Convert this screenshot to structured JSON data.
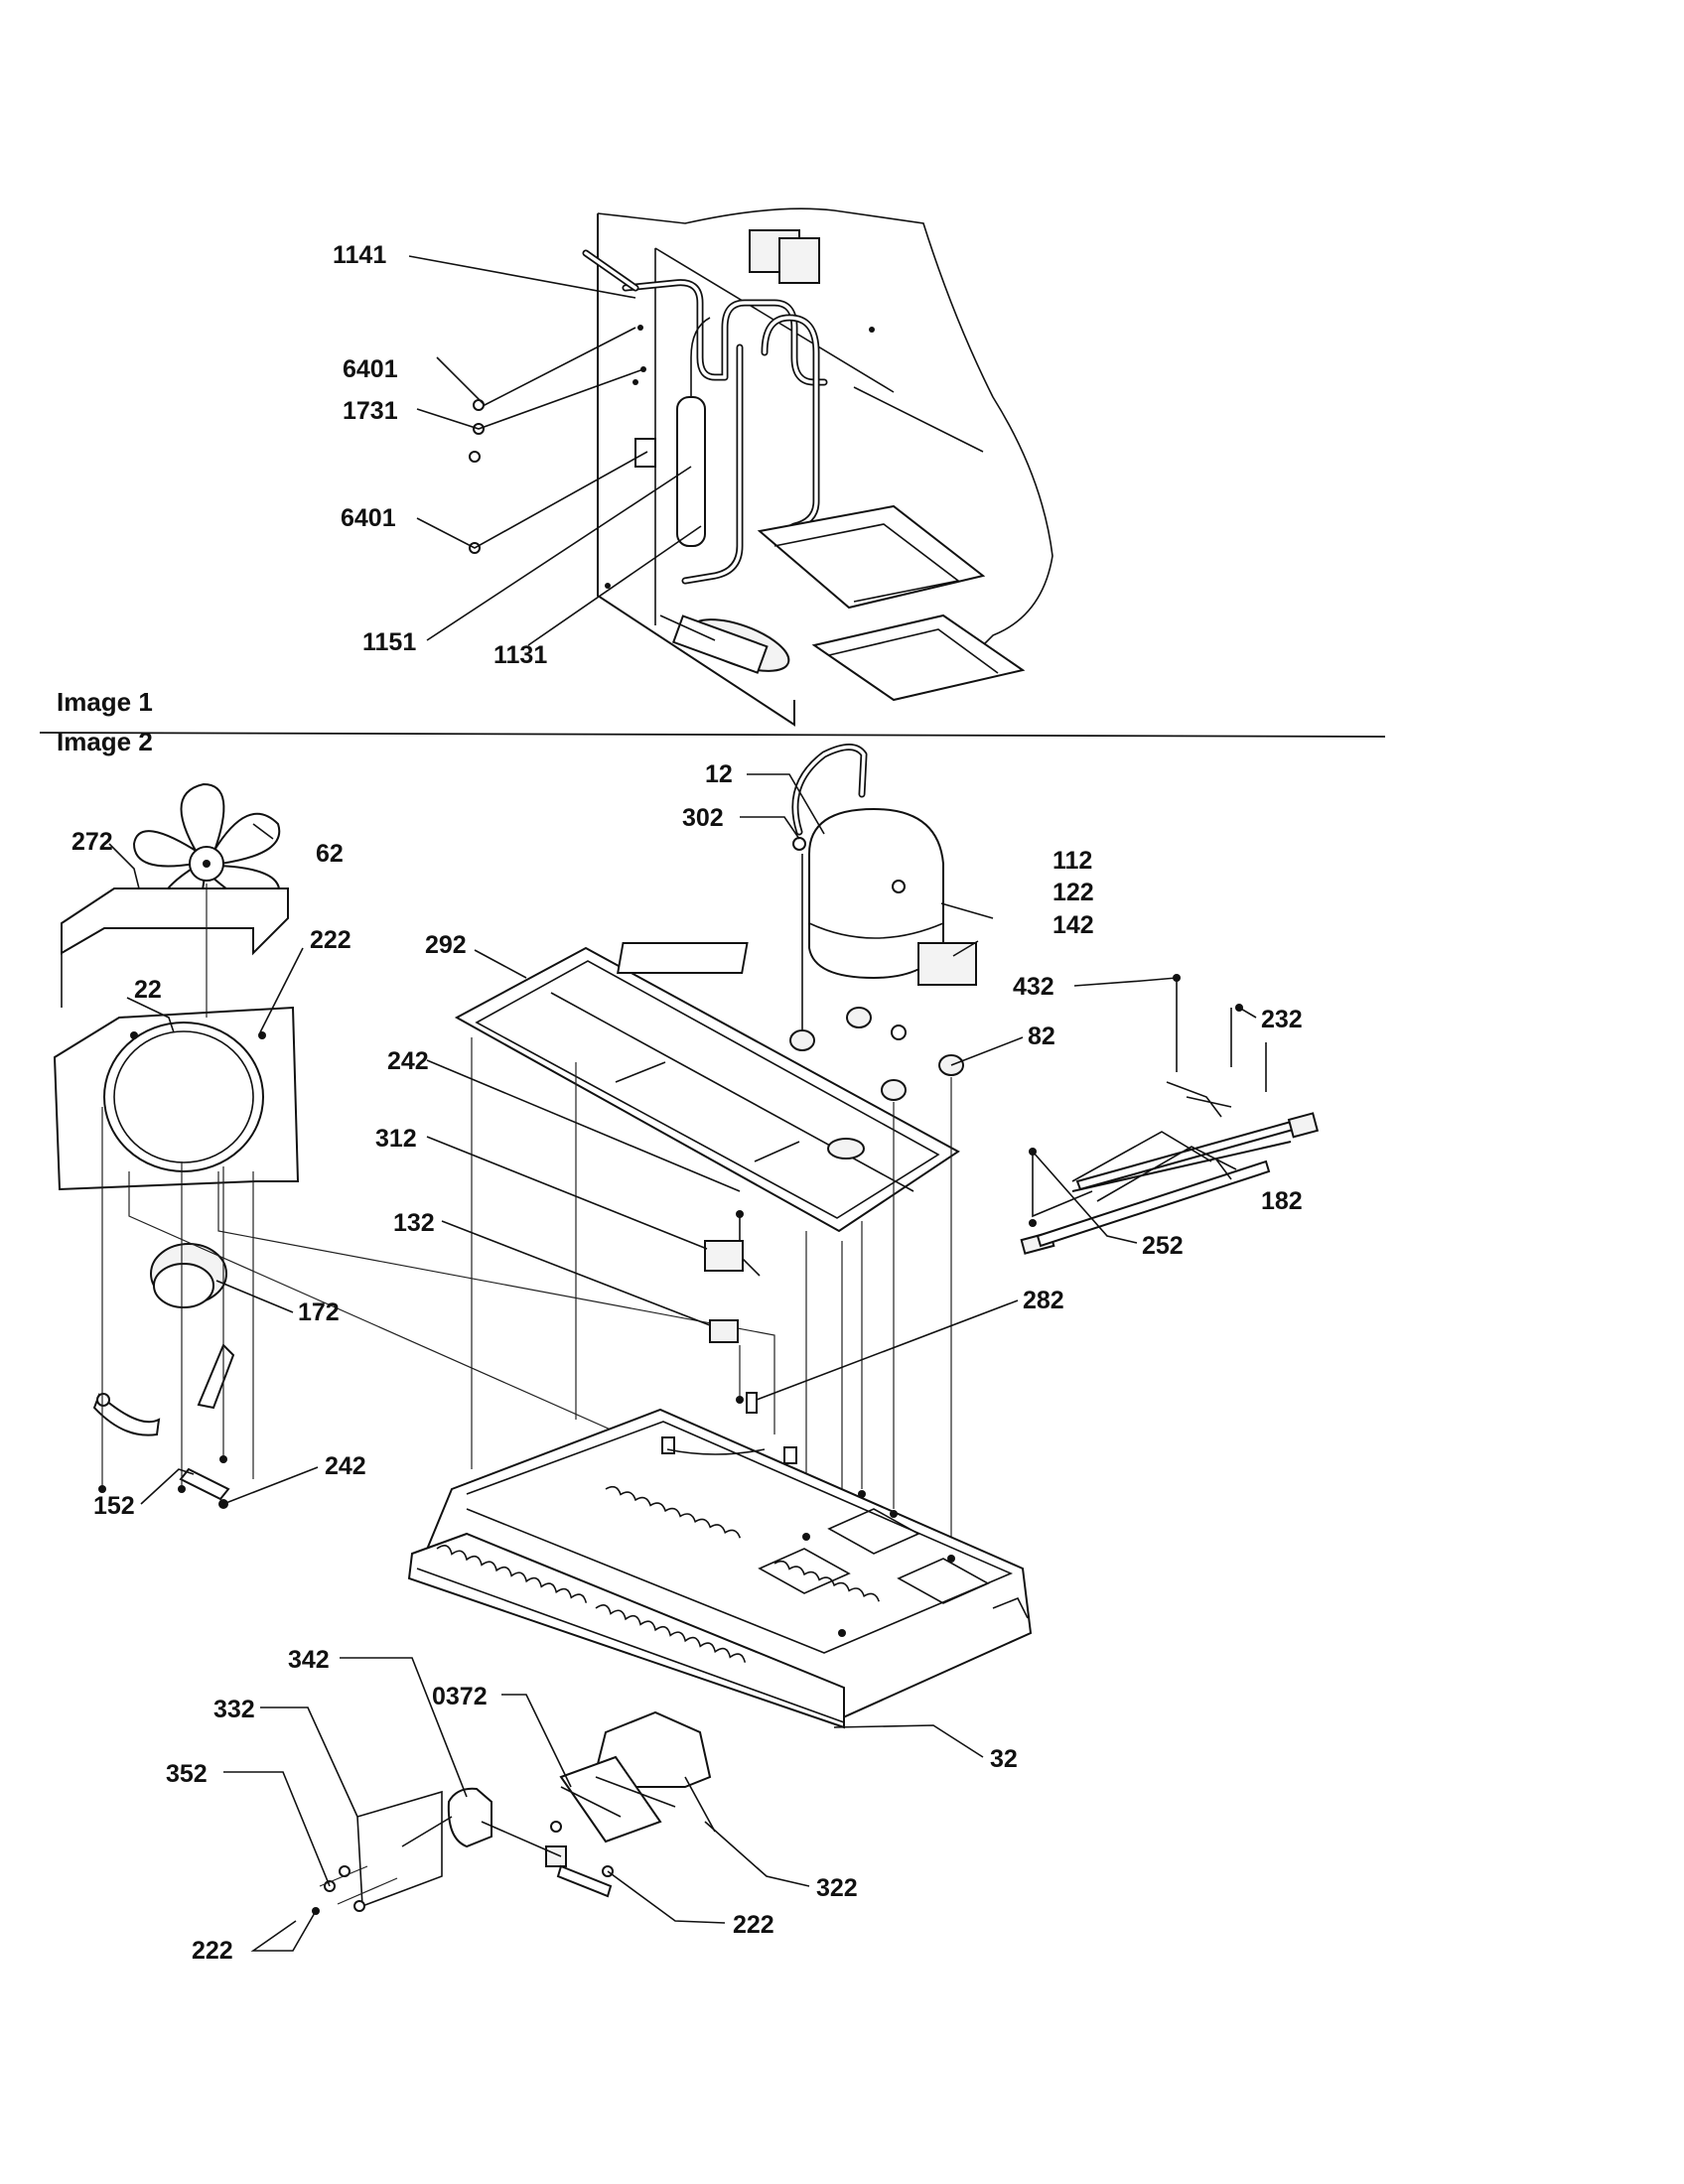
{
  "sections": [
    {
      "id": "image1",
      "label": "Image 1"
    },
    {
      "id": "image2",
      "label": "Image 2"
    }
  ],
  "callouts": {
    "c1141": "1141",
    "c6401a": "6401",
    "c1731": "1731",
    "c6401b": "6401",
    "c1151": "1151",
    "c1131": "1131",
    "c12": "12",
    "c302": "302",
    "c112": "112",
    "c122": "122",
    "c142": "142",
    "c272": "272",
    "c62": "62",
    "c222a": "222",
    "c22": "22",
    "c292": "292",
    "c432": "432",
    "c232": "232",
    "c82": "82",
    "c242a": "242",
    "c312": "312",
    "c132": "132",
    "c182": "182",
    "c252": "252",
    "c172": "172",
    "c282": "282",
    "c242b": "242",
    "c152": "152",
    "c342": "342",
    "c0372": "0372",
    "c332": "332",
    "c32": "32",
    "c352": "352",
    "c322": "322",
    "c222b": "222",
    "c222c": "222"
  }
}
